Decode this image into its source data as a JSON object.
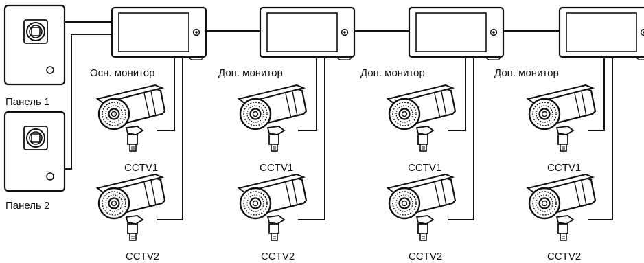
{
  "panels": [
    {
      "label": "Панель 1"
    },
    {
      "label": "Панель 2"
    }
  ],
  "monitors": [
    {
      "label": "Осн. монитор"
    },
    {
      "label": "Доп. монитор"
    },
    {
      "label": "Доп. монитор"
    },
    {
      "label": "Доп. монитор"
    }
  ],
  "cameras": {
    "row1_label": "CCTV1",
    "row2_label": "CCTV2"
  }
}
